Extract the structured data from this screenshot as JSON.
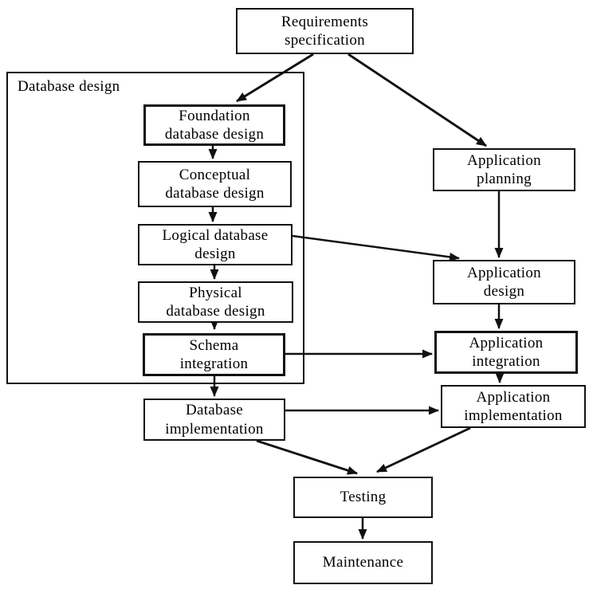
{
  "diagram": {
    "container": {
      "label": "Database design"
    },
    "nodes": {
      "requirements_specification": {
        "label": "Requirements\nspecification"
      },
      "foundation_database_design": {
        "label": "Foundation\ndatabase design"
      },
      "conceptual_database_design": {
        "label": "Conceptual\ndatabase design"
      },
      "logical_database_design": {
        "label": "Logical database\ndesign"
      },
      "physical_database_design": {
        "label": "Physical\ndatabase design"
      },
      "schema_integration": {
        "label": "Schema\nintegration"
      },
      "application_planning": {
        "label": "Application\nplanning"
      },
      "application_design": {
        "label": "Application\ndesign"
      },
      "application_integration": {
        "label": "Application\nintegration"
      },
      "application_implementation": {
        "label": "Application\nimplementation"
      },
      "database_implementation": {
        "label": "Database\nimplementation"
      },
      "testing": {
        "label": "Testing"
      },
      "maintenance": {
        "label": "Maintenance"
      }
    },
    "edges": [
      {
        "from": "requirements_specification",
        "to": "foundation_database_design"
      },
      {
        "from": "requirements_specification",
        "to": "application_planning"
      },
      {
        "from": "foundation_database_design",
        "to": "conceptual_database_design"
      },
      {
        "from": "conceptual_database_design",
        "to": "logical_database_design"
      },
      {
        "from": "logical_database_design",
        "to": "physical_database_design"
      },
      {
        "from": "physical_database_design",
        "to": "schema_integration"
      },
      {
        "from": "schema_integration",
        "to": "database_implementation"
      },
      {
        "from": "logical_database_design",
        "to": "application_design"
      },
      {
        "from": "schema_integration",
        "to": "application_integration"
      },
      {
        "from": "application_planning",
        "to": "application_design"
      },
      {
        "from": "application_design",
        "to": "application_integration"
      },
      {
        "from": "application_integration",
        "to": "application_implementation"
      },
      {
        "from": "database_implementation",
        "to": "application_implementation"
      },
      {
        "from": "database_implementation",
        "to": "testing"
      },
      {
        "from": "application_implementation",
        "to": "testing"
      },
      {
        "from": "testing",
        "to": "maintenance"
      }
    ],
    "colors": {
      "border": "#111111",
      "text": "#000000",
      "background": "#ffffff"
    }
  }
}
